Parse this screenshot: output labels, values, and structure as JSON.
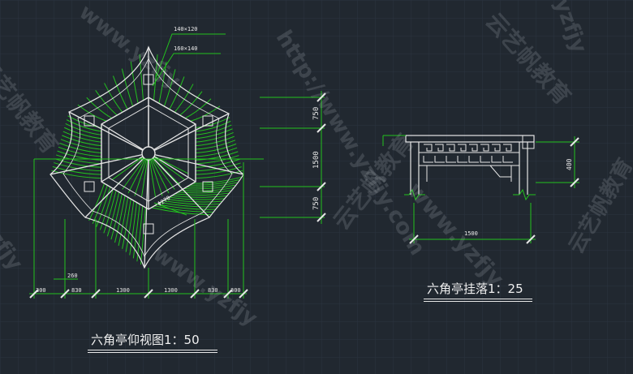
{
  "watermarks": {
    "url": "http://www.yzfjy.com",
    "brand": "云艺帆教育",
    "url_partial_1": "www.yzfjy",
    "url_partial_2": "yzfjy"
  },
  "plan": {
    "title": "六角亭仰视图1：50",
    "beam_labels": [
      "140×120",
      "160×140"
    ],
    "vertical_dims": [
      "750",
      "1500",
      "750"
    ],
    "bottom_dims": [
      "300",
      "830",
      "1300",
      "1300",
      "830",
      "300"
    ],
    "inner_dim": "260",
    "radius_label": "Φ270"
  },
  "elevation": {
    "title": "六角亭挂落1：25",
    "width_dim": "1500",
    "height_dim": "400"
  },
  "colors": {
    "background": "#212830",
    "grid": "#2d3540",
    "lines": "#e6e6e6",
    "green": "#22c21e"
  }
}
